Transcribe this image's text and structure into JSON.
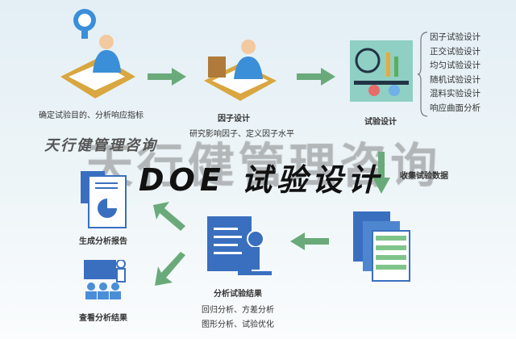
{
  "watermark": "天行健管理咨询",
  "brand_small": "天行健管理咨询",
  "title": "DOE 试验设计",
  "steps": {
    "define": {
      "label": "确定试验目的、分析响应指标"
    },
    "factor": {
      "label": "因子设计",
      "sub": "研究影响因子、定义因子水平"
    },
    "design": {
      "label": "试验设计",
      "methods": [
        "因子试验设计",
        "正交试验设计",
        "均匀试验设计",
        "随机试验设计",
        "混料实验设计",
        "响应曲面分析"
      ]
    },
    "collect": {
      "label": "收集试验数据"
    },
    "analyze": {
      "label": "分析试验结果",
      "sub1": "回归分析、方差分析",
      "sub2": "图形分析、试验优化"
    },
    "report": {
      "label": "生成分析报告"
    },
    "view": {
      "label": "查看分析结果"
    }
  },
  "colors": {
    "arrow": "#6aaa7a",
    "icon_blue": "#3a6fc0",
    "accent": "#d9a640"
  }
}
